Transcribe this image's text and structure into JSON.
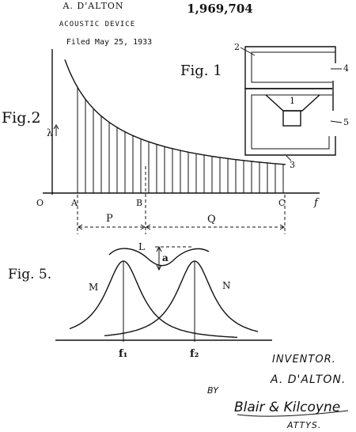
{
  "header": {
    "inventor_name": "A. D'ALTON",
    "title": "ACOUSTIC DEVICE",
    "filed": "Filed May 25, 1933",
    "patent_number": "1,969,704"
  },
  "fig1": {
    "label": "Fig. 1",
    "callouts": [
      "1",
      "2",
      "3",
      "4",
      "5"
    ]
  },
  "fig2": {
    "label": "Fig.2",
    "y_symbol": "λ",
    "axis_labels": {
      "origin": "O",
      "a": "A",
      "b": "B",
      "c": "C",
      "f": "f"
    },
    "interval_labels": {
      "p": "P",
      "q": "Q"
    }
  },
  "fig5": {
    "label": "Fig. 5.",
    "curve_labels": {
      "l": "L",
      "m": "M",
      "n": "N",
      "a": "a"
    },
    "x_labels": {
      "f1": "f₁",
      "f2": "f₂"
    }
  },
  "signature_block": {
    "role": "INVENTOR.",
    "name": "A. D'ALTON.",
    "by": "BY",
    "signature": "Blair & Kilcoyne",
    "attys": "ATTYS."
  }
}
